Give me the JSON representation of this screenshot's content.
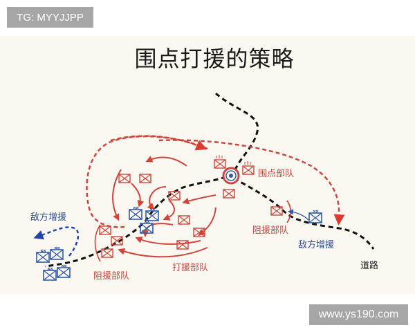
{
  "watermarks": {
    "top": "TG: MYYJJPP",
    "bottom": "www.ys190.com"
  },
  "title": "围点打援的策略",
  "labels": {
    "besieging_force": "围点部队",
    "blocking_force_right": "阻援部队",
    "blocking_force_left": "阻援部队",
    "striking_force": "打援部队",
    "enemy_reinforcement_right": "敌方增援",
    "enemy_reinforcement_left": "敌方增援",
    "road": "道路"
  },
  "colors": {
    "background": "#fbf8f2",
    "own_forces": "#d0453a",
    "enemy_forces": "#2f5aa8",
    "road": "#111111",
    "watermark_bg": "#a6a6a6"
  },
  "icons": {
    "target": "besieged-point-icon",
    "own_unit": "red-unit-icon",
    "enemy_unit": "blue-unit-icon"
  }
}
